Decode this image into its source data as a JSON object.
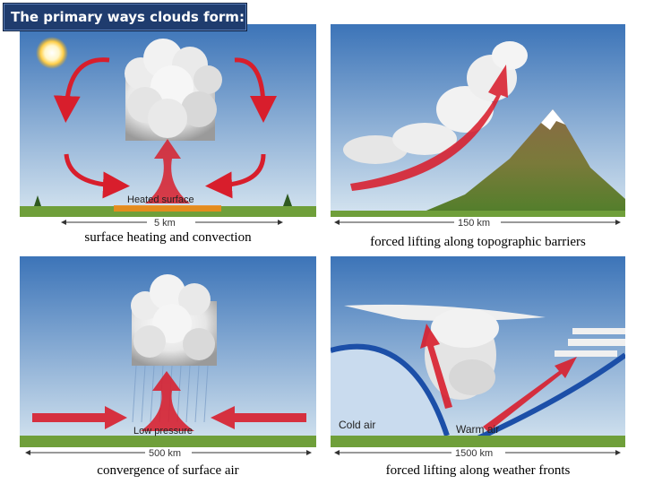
{
  "title": "The primary ways clouds form:",
  "panels": [
    {
      "caption": "surface heating and convection",
      "surface_label": "Heated surface",
      "scale_label": "5 km"
    },
    {
      "caption": "forced lifting along topographic barriers",
      "scale_label": "150 km"
    },
    {
      "caption": "convergence of surface air",
      "surface_label": "Low pressure",
      "scale_label": "500 km"
    },
    {
      "caption": "forced lifting along weather fronts",
      "cold_label": "Cold air",
      "warm_label": "Warm air",
      "scale_label": "1500 km"
    }
  ],
  "colors": {
    "sky_top": "#3c74b8",
    "sky_bottom": "#cfe0ee",
    "arrow": "#d81e2c",
    "grass": "#6f9f3a",
    "cold_front": "#1c4fa8"
  }
}
